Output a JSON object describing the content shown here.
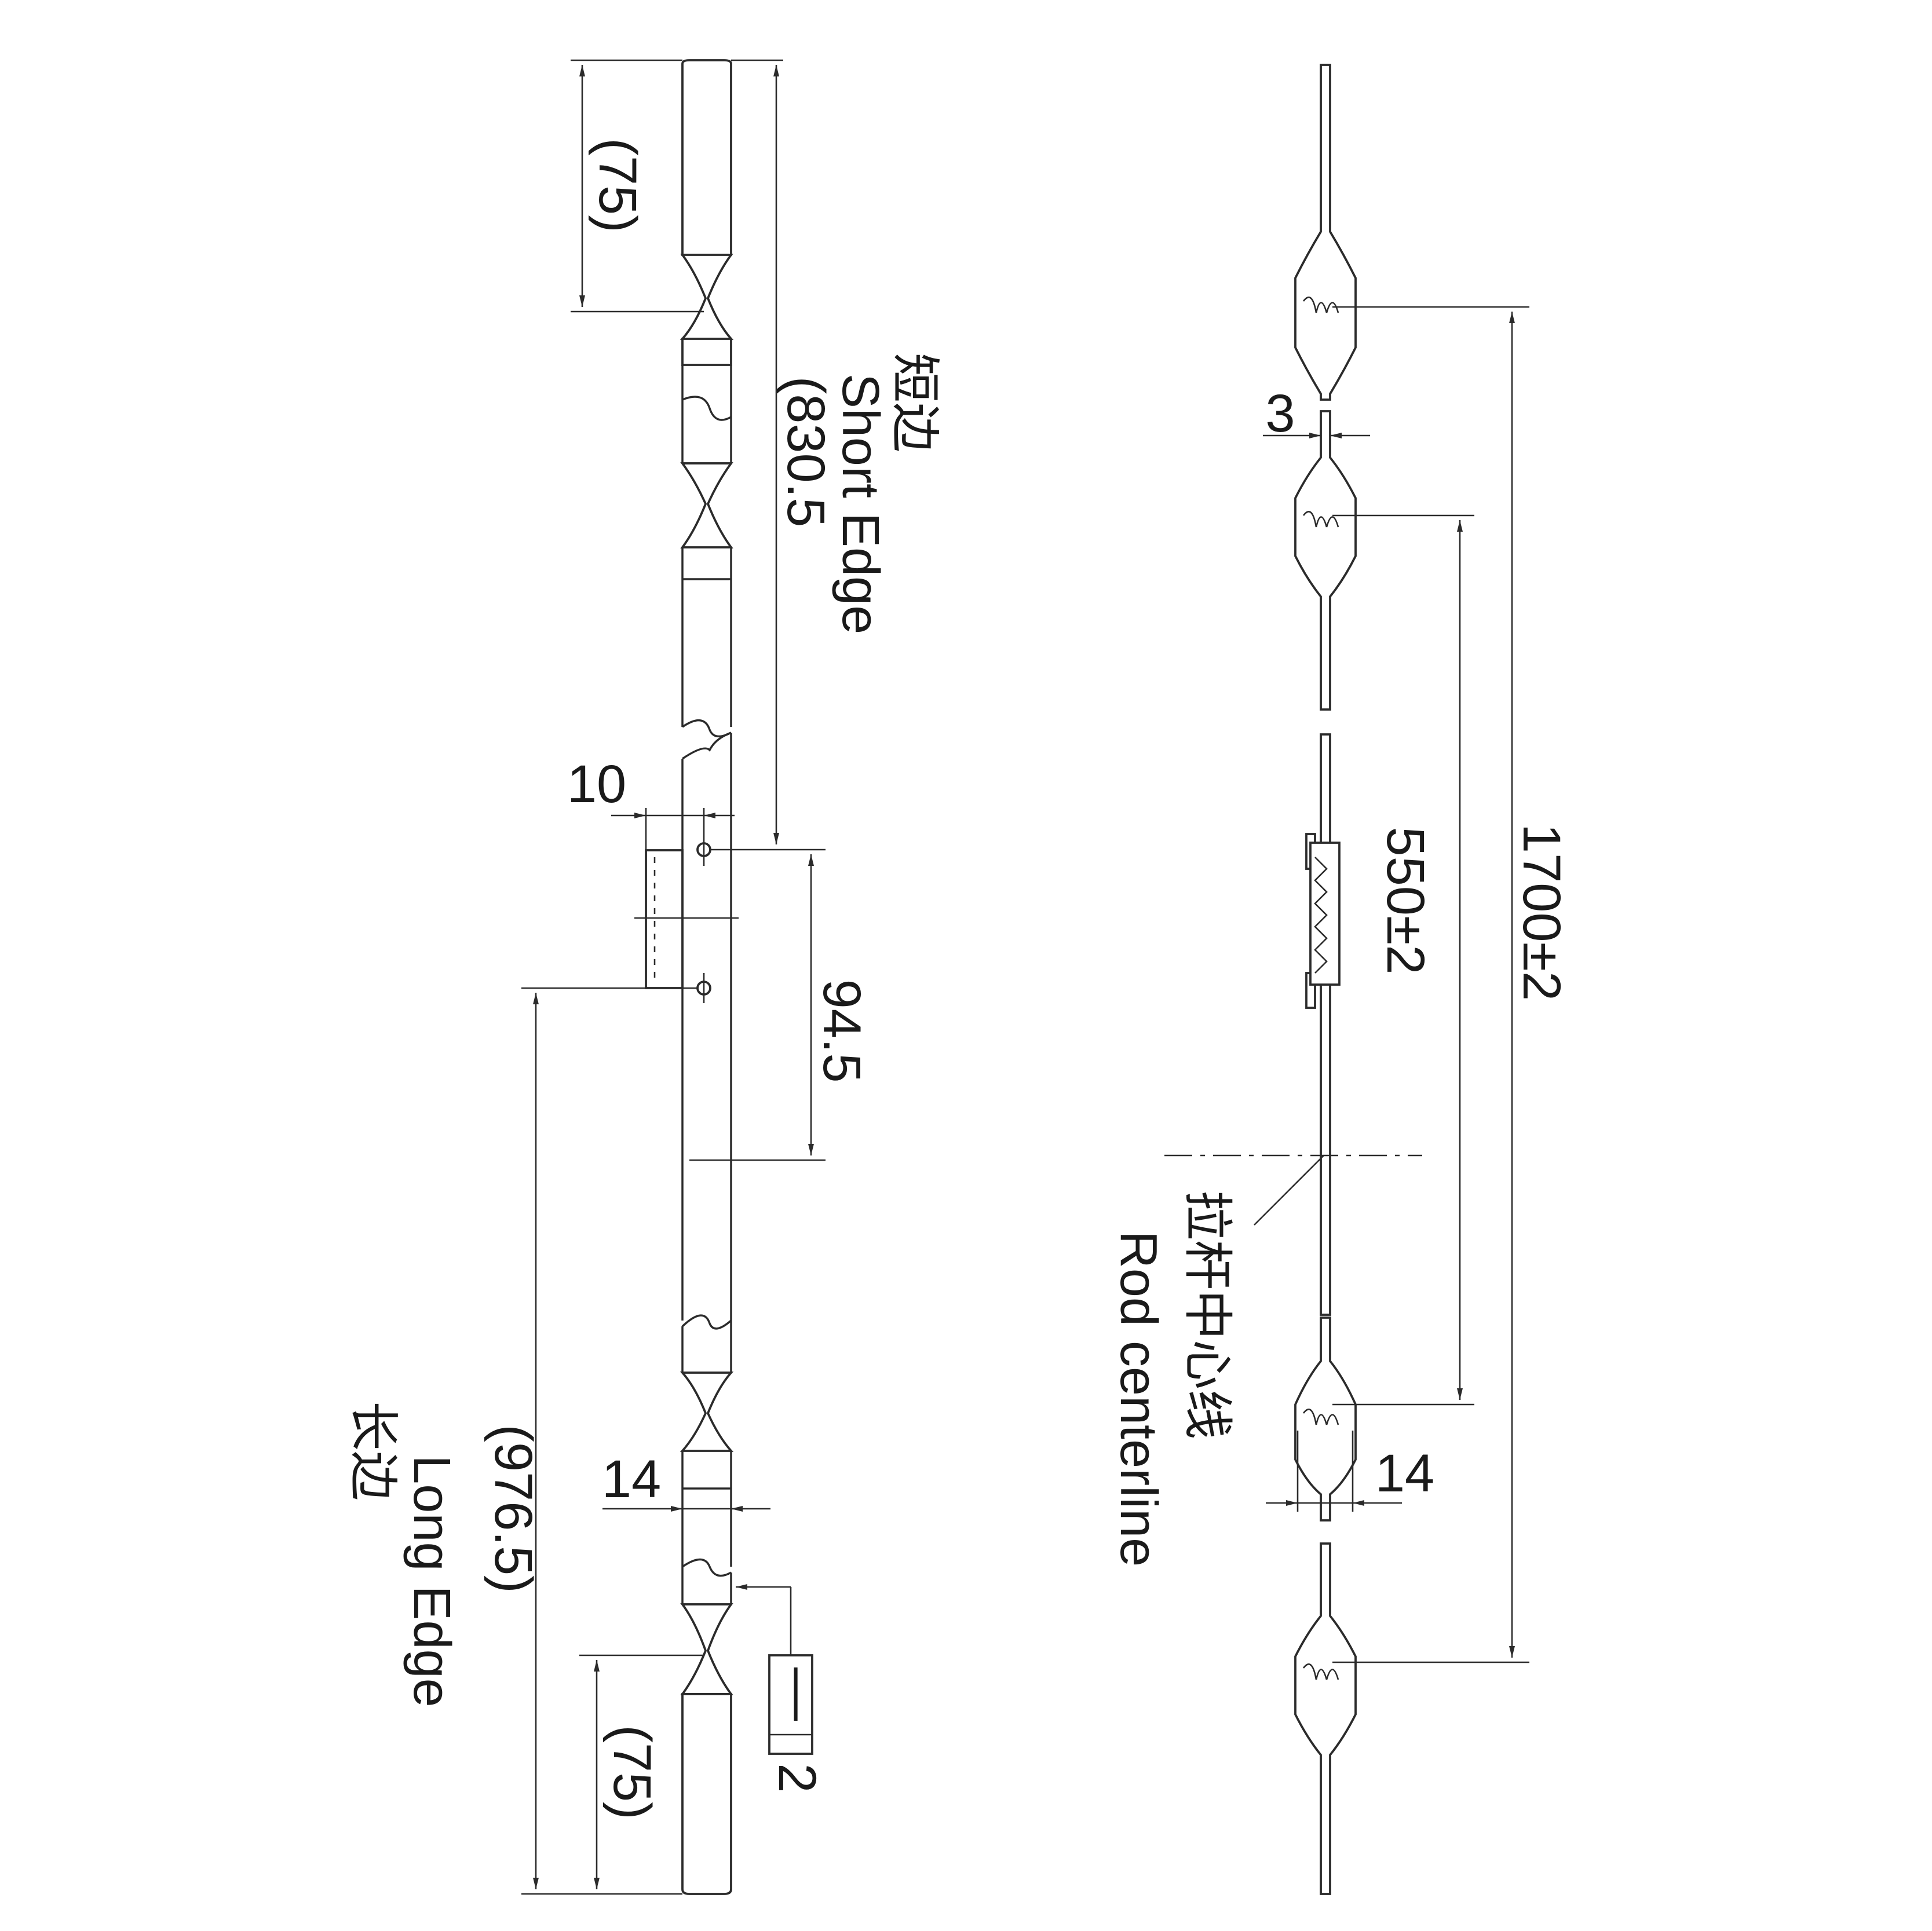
{
  "left_view": {
    "dim_top_length": "(75)",
    "short_edge_cn": "短边",
    "short_edge_en": "Short Edge",
    "short_edge_value": "(830.5",
    "dim_offset_10": "10",
    "dim_94_5": "94.5",
    "long_edge_value": "(976.5)",
    "long_edge_en": "Long Edge",
    "long_edge_cn": "长边",
    "dim_14": "14",
    "dim_bottom_length": "(75)",
    "flatness_symbol": "—",
    "flatness_value": "2"
  },
  "right_view": {
    "dim_3": "3",
    "dim_550": "550±2",
    "dim_1700": "1700±2",
    "rod_centerline_cn": "拉杆中心线",
    "rod_centerline_en": "Rod centerline",
    "dim_14": "14"
  }
}
